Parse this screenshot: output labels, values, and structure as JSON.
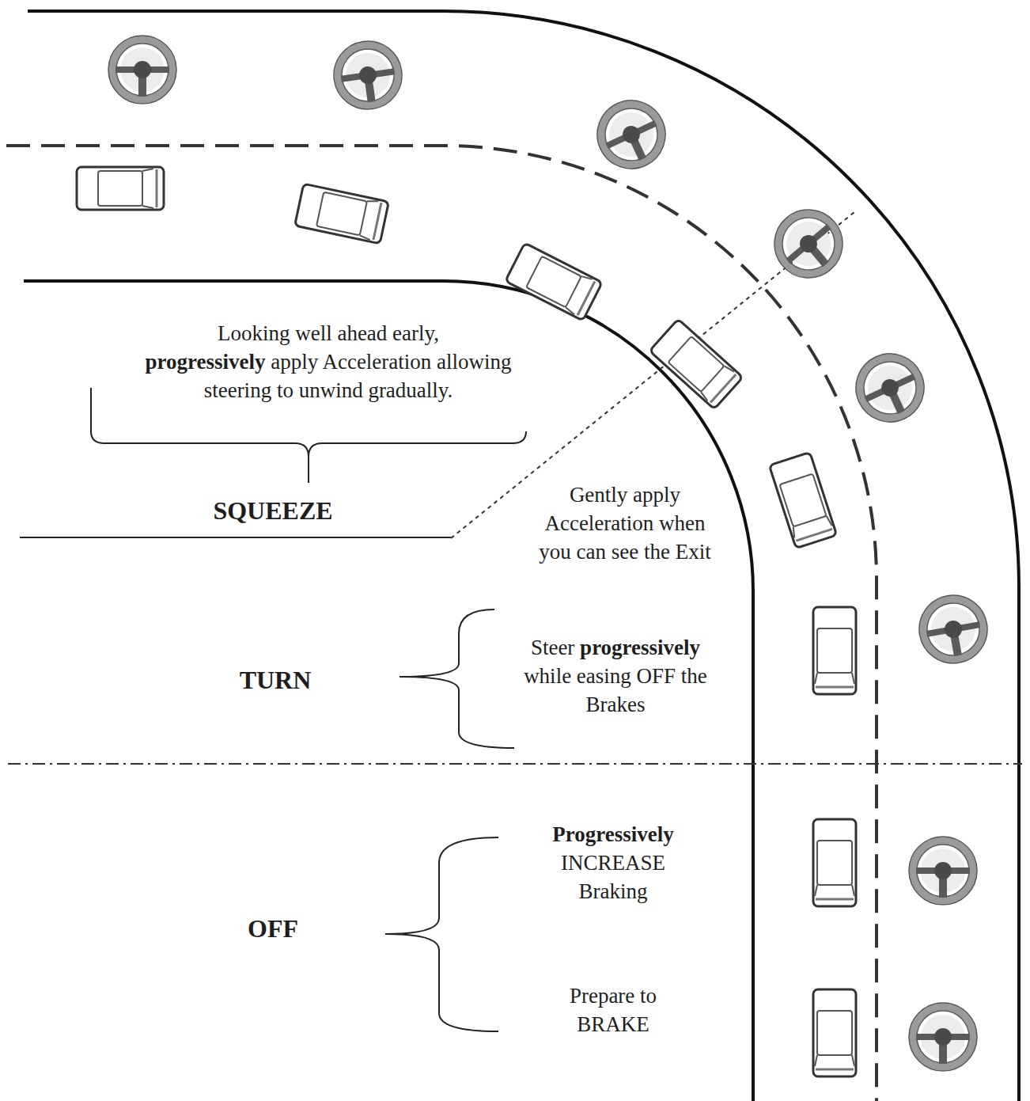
{
  "diagram": {
    "labels": [
      "Looking well ahead early,",
      "progressively",
      "apply Acceleration allowing steering to unwind gradually.",
      "SQUEEZE",
      "Gently apply Acceleration when you can see the Exit",
      "TURN",
      "Steer",
      "progressively",
      "while easing OFF the Brakes",
      "Progressively",
      "INCREASE Braking",
      "OFF",
      "Prepare to BRAKE"
    ]
  }
}
